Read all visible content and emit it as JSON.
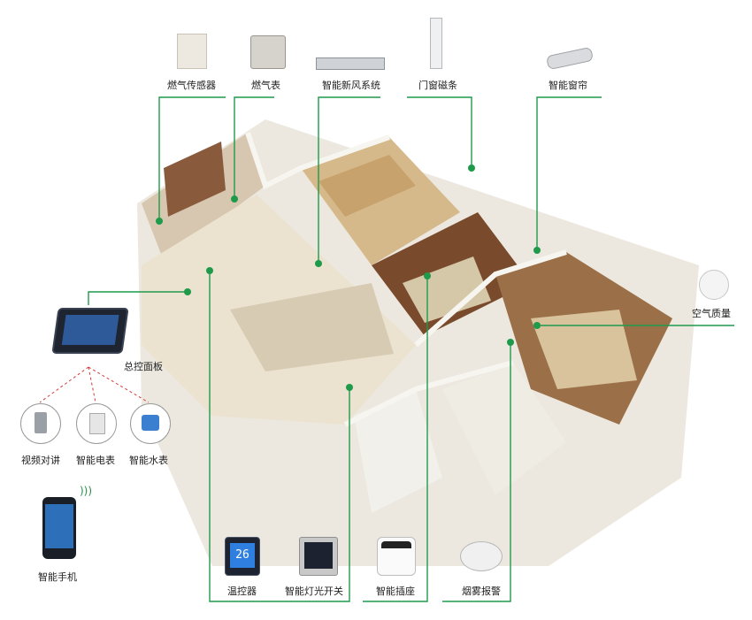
{
  "labels": {
    "gas_sensor": "燃气传感器",
    "gas_meter": "燃气表",
    "fresh_air": "智能新风系统",
    "door_window": "门窗磁条",
    "curtain": "智能窗帘",
    "air_quality": "空气质量",
    "control_panel": "总控面板",
    "video_intercom": "视频对讲",
    "smart_meter": "智能电表",
    "water_meter": "智能水表",
    "smart_phone": "智能手机",
    "thermostat": "温控器",
    "light_switch": "智能灯光开关",
    "smart_socket": "智能插座",
    "smoke_alarm": "烟雾报警"
  },
  "thermostat_display": "26",
  "colors": {
    "line": "#1f9a4a",
    "dashed": "#d23a3a",
    "floor": "#e8e2d6",
    "wall": "#f2efe8",
    "wood": "#b0844c"
  }
}
